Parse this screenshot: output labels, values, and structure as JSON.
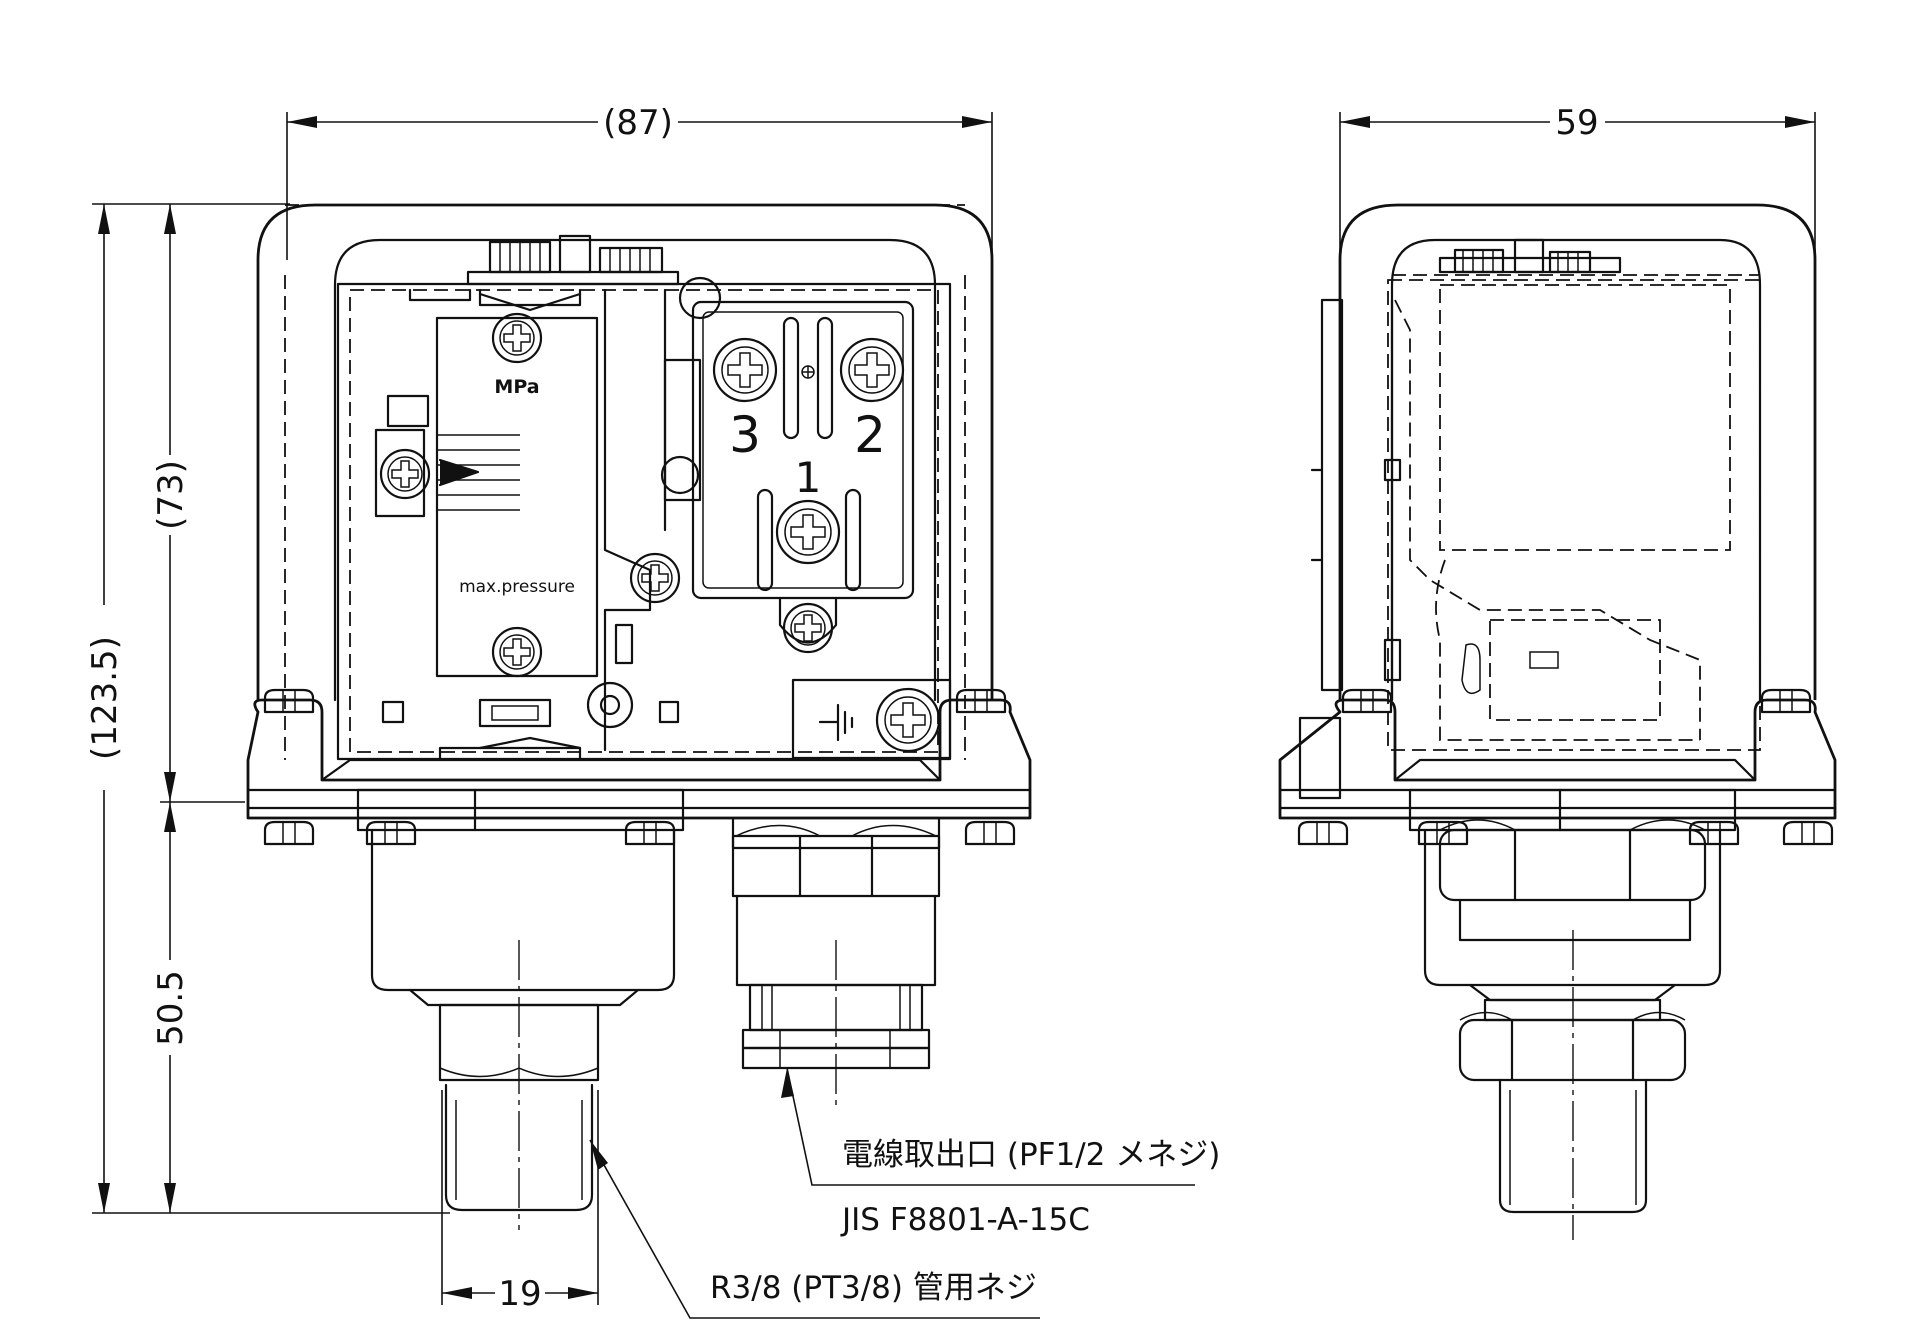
{
  "dimensions": {
    "front_width": "(87)",
    "side_width": "59",
    "overall_height": "(123.5)",
    "upper_height": "(73)",
    "lower_height": "50.5",
    "port_width": "19"
  },
  "labels": {
    "unit": "MPa",
    "max_pressure": "max.pressure",
    "terminal_1": "1",
    "terminal_2": "2",
    "terminal_3": "3"
  },
  "notes": {
    "cable_outlet": "電線取出口 (PF1/2 メネジ)",
    "cable_standard": "JIS F8801-A-15C",
    "pipe_thread": "R3/8 (PT3/8) 管用ネジ"
  }
}
